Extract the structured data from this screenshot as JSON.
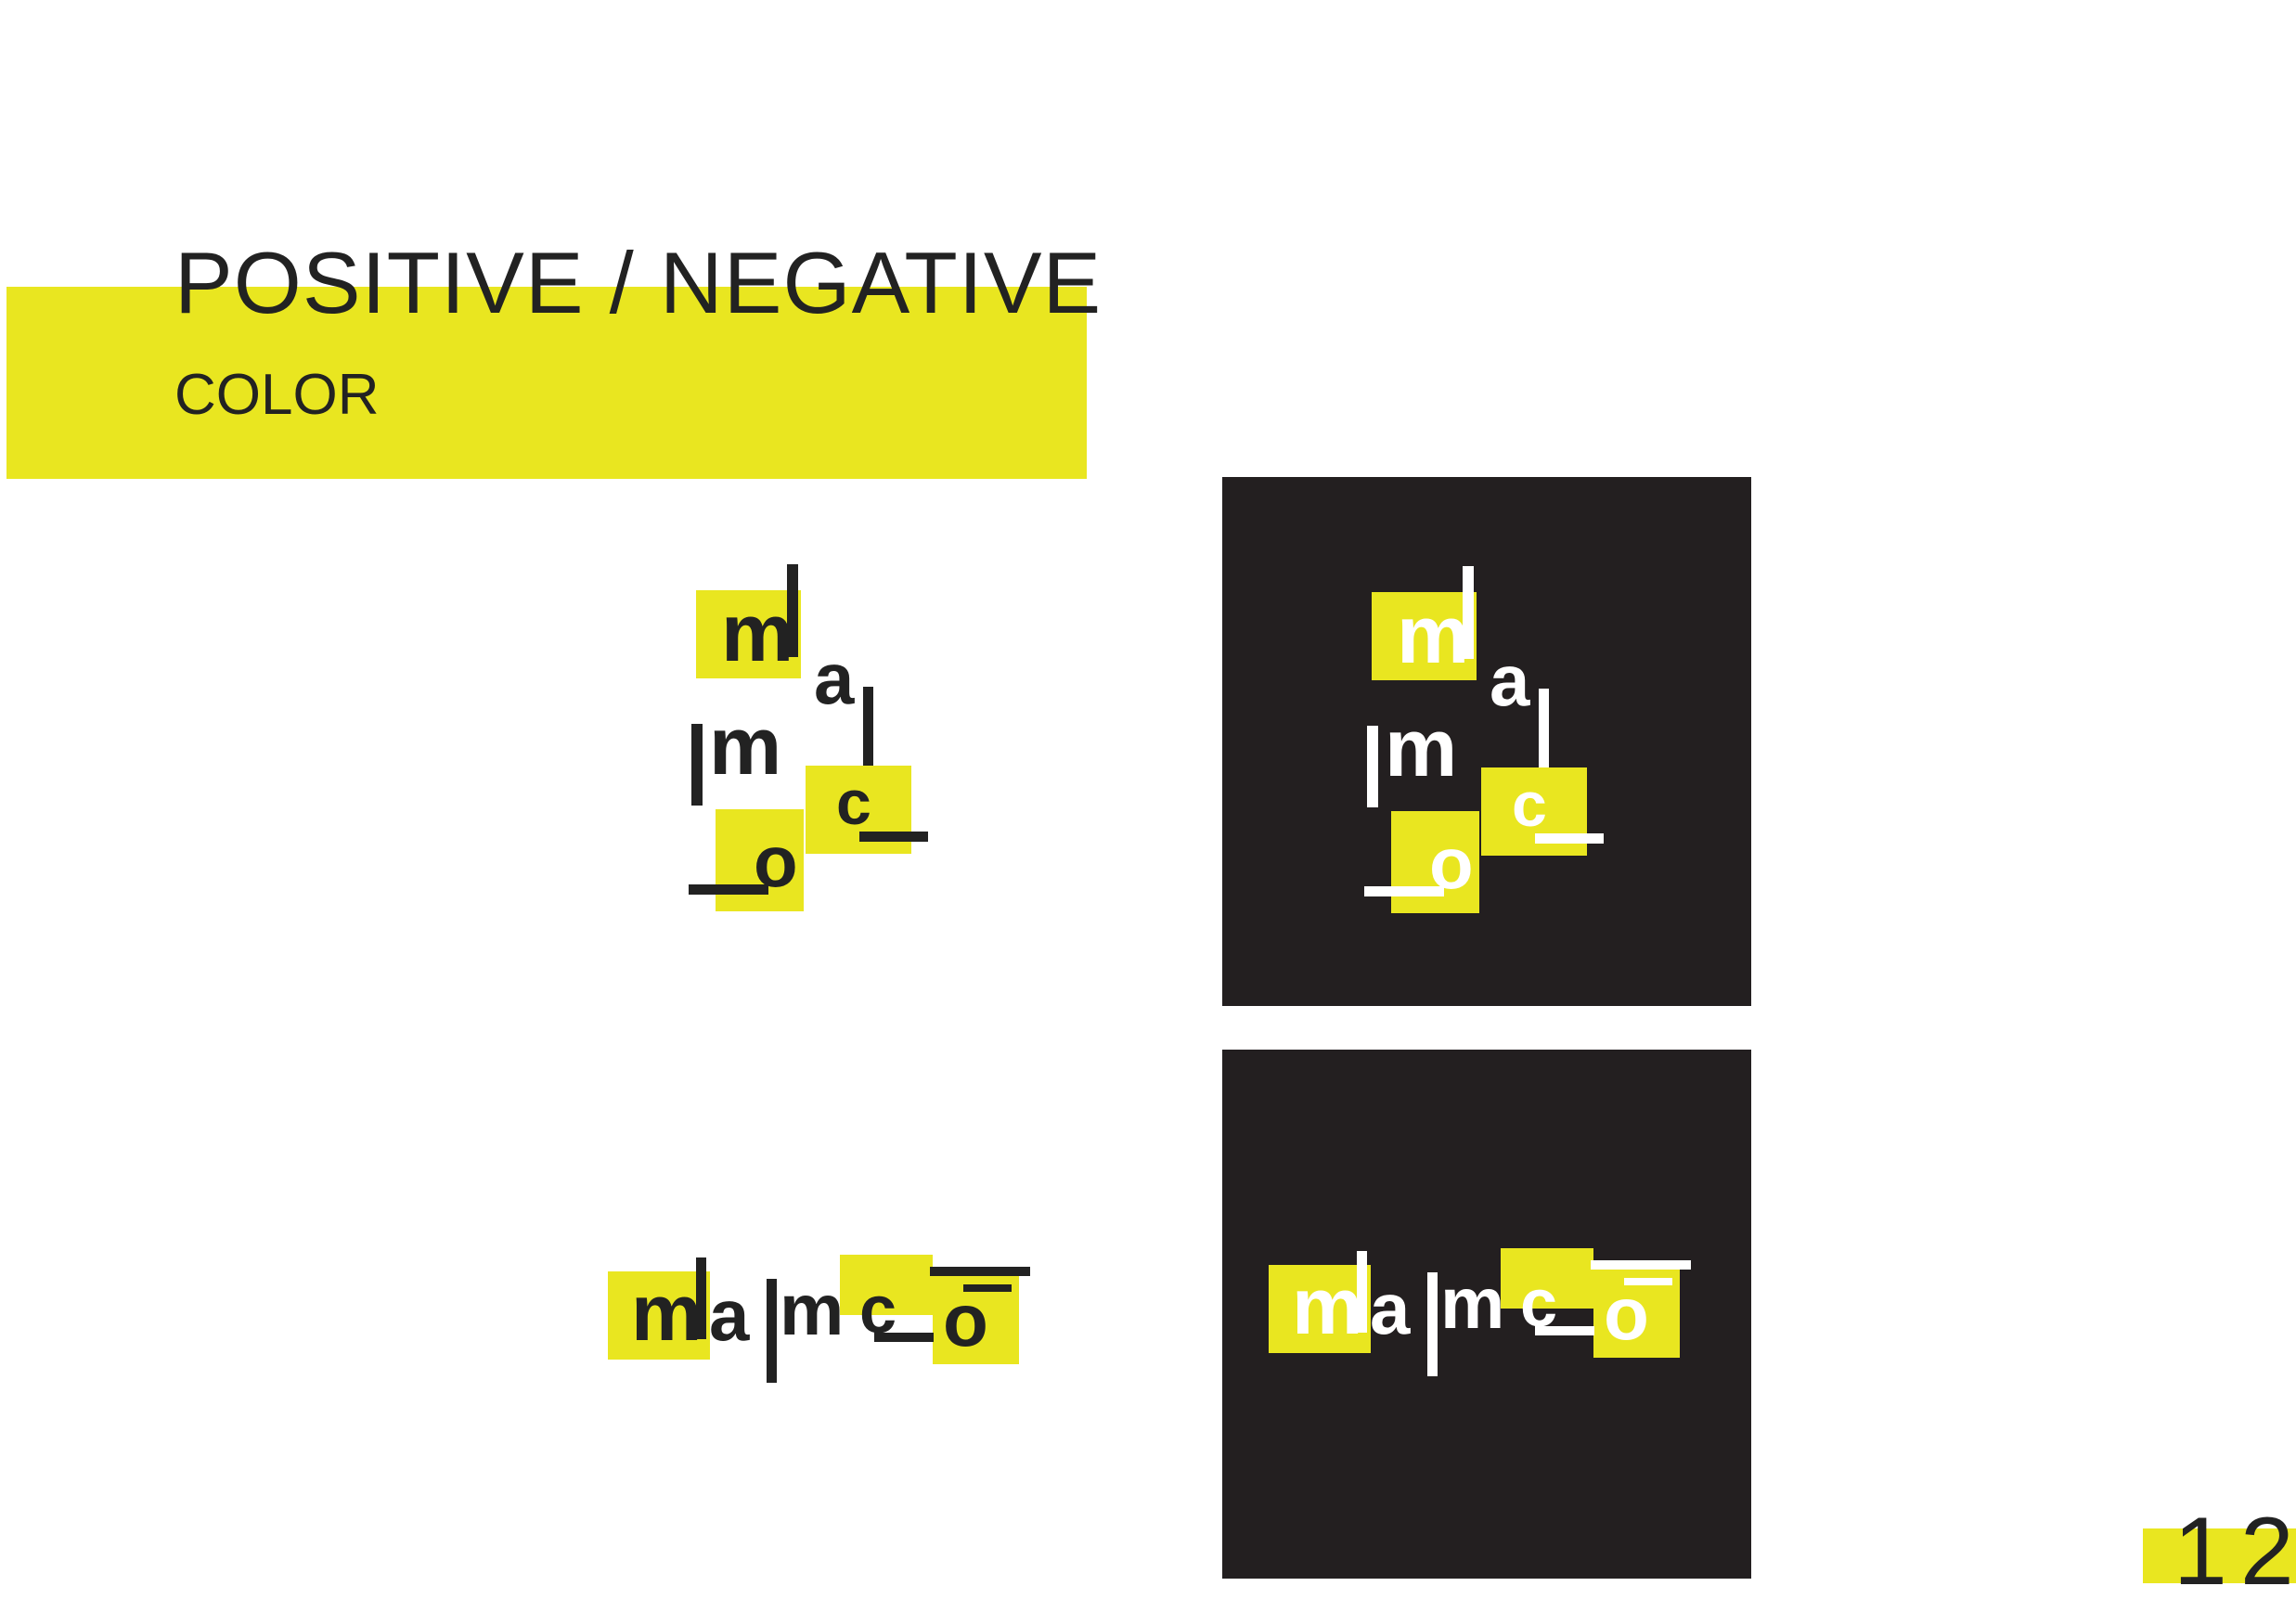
{
  "colors": {
    "accent": "#e9e620",
    "dark": "#231f20",
    "ink": "#222222",
    "light": "#ffffff"
  },
  "header": {
    "title": "POSITIVE / NEGATIVE",
    "subtitle": "COLOR"
  },
  "logos": {
    "stacked": {
      "m": "m",
      "a": "a",
      "m2": "m",
      "c": "c",
      "o": "o"
    },
    "horizontal": {
      "m": "m",
      "a": "a",
      "m2": "m",
      "c": "c",
      "o": "o"
    }
  },
  "page_number": "12"
}
